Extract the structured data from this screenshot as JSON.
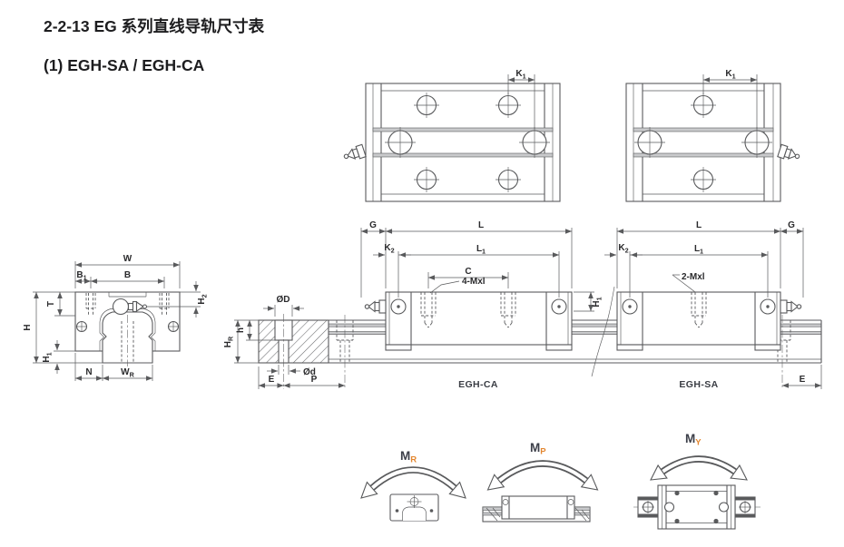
{
  "page": {
    "title": "2-2-13 EG 系列直线导轨尺寸表",
    "subtitle": "(1) EGH-SA / EGH-CA"
  },
  "colors": {
    "line": "#595a5c",
    "text": "#2a2a2c",
    "accent": "#e3862f",
    "band": "#c9cacc"
  },
  "dims": {
    "w": "W",
    "b": "B",
    "b1": "B",
    "b1s": "1",
    "t": "T",
    "h": "H",
    "h1": "H",
    "h1s": "1",
    "h2": "H",
    "h2s": "2",
    "n": "N",
    "wr": "W",
    "wrs": "R",
    "k1": "K",
    "k1s": "1",
    "k2": "K",
    "k2s": "2",
    "g": "G",
    "l": "L",
    "l1": "L",
    "l1s": "1",
    "c": "C",
    "mxl4": "4-Mxl",
    "mxl2": "2-Mxl",
    "od": "ØD",
    "odsm": "Ød",
    "hr": "H",
    "hrs": "R",
    "hsm": "h",
    "e": "E",
    "p": "P"
  },
  "views": {
    "ca": "EGH-CA",
    "sa": "EGH-SA"
  },
  "moments": {
    "m": "M",
    "r": "R",
    "p": "P",
    "y": "Y"
  }
}
